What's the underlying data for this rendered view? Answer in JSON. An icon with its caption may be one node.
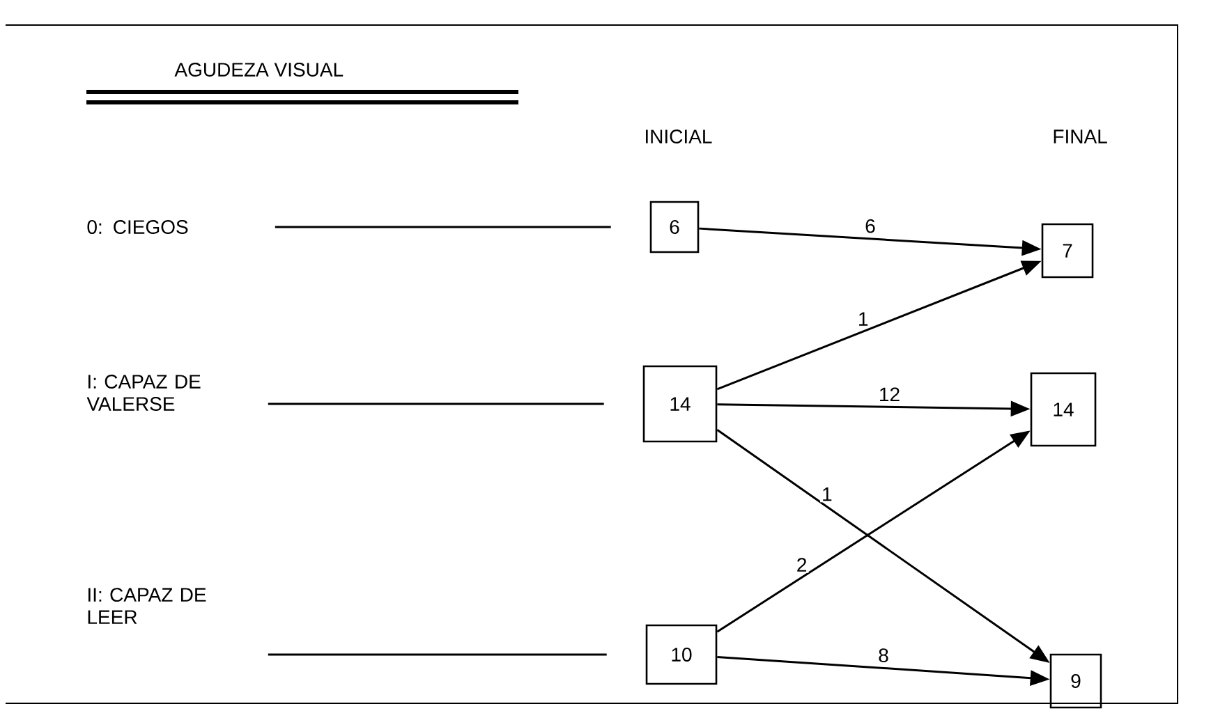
{
  "diagram": {
    "title": "AGUDEZA VISUAL",
    "nodes": [
      {
        "text": [
          "0: CIEGOS"
        ]
      },
      {
        "text": [
          "6"
        ]
      },
      {
        "text": [
          "7"
        ]
      },
      {
        "text": [
          "I: CAPAZ DE VALERSE"
        ]
      },
      {
        "text": [
          "14"
        ]
      },
      {
        "text": [
          "14"
        ]
      },
      {
        "text": [
          "II: CAPAZ DE LEER"
        ]
      },
      {
        "text": [
          "10"
        ]
      },
      {
        "text": [
          "9"
        ]
      }
    ],
    "edges": [
      {
        "from": 0,
        "to": 1,
        "arrow": "none"
      },
      {
        "from": 3,
        "to": 4,
        "arrow": "none"
      },
      {
        "from": 6,
        "to": 7,
        "arrow": "none"
      },
      {
        "from": 1,
        "to": 2,
        "arrow": "to",
        "label": "6"
      },
      {
        "from": 4,
        "to": 2,
        "arrow": "to",
        "label": "1"
      },
      {
        "from": 4,
        "to": 5,
        "arrow": "to",
        "label": "12"
      },
      {
        "from": 4,
        "to": 8,
        "arrow": "to",
        "label": "1"
      },
      {
        "from": 7,
        "to": 5,
        "arrow": "to",
        "label": "2"
      },
      {
        "from": 7,
        "to": 8,
        "arrow": "to",
        "label": "8"
      }
    ],
    "labels": [
      "INICIAL",
      "FINAL"
    ]
  }
}
